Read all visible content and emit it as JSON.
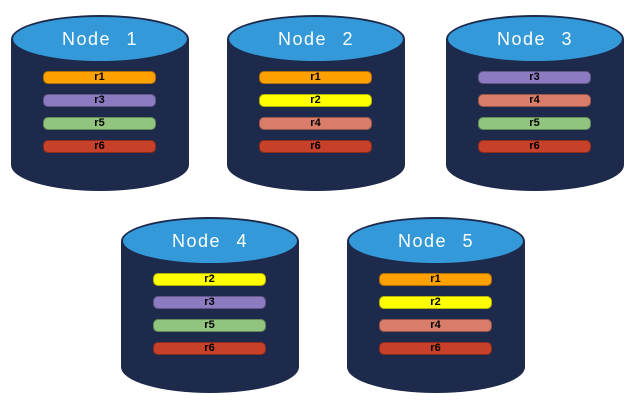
{
  "diagram": {
    "background": "#FFFFFF",
    "cylinder": {
      "body_color": "#1E2A4C",
      "top_color": "#3399D8",
      "title_color": "#FFFFFF"
    },
    "bar_text_color": "#000000",
    "replica_colors": {
      "r1": "#FFA101",
      "r2": "#FFFF00",
      "r3": "#8C7BC1",
      "r4": "#D97C6A",
      "r5": "#91C47E",
      "r6": "#C7402A"
    },
    "nodes": [
      {
        "title": "Node 1",
        "replicas": [
          "r1",
          "r3",
          "r5",
          "r6"
        ]
      },
      {
        "title": "Node 2",
        "replicas": [
          "r1",
          "r2",
          "r4",
          "r6"
        ]
      },
      {
        "title": "Node 3",
        "replicas": [
          "r3",
          "r4",
          "r5",
          "r6"
        ]
      },
      {
        "title": "Node 4",
        "replicas": [
          "r2",
          "r3",
          "r5",
          "r6"
        ]
      },
      {
        "title": "Node 5",
        "replicas": [
          "r1",
          "r2",
          "r4",
          "r6"
        ]
      }
    ]
  }
}
